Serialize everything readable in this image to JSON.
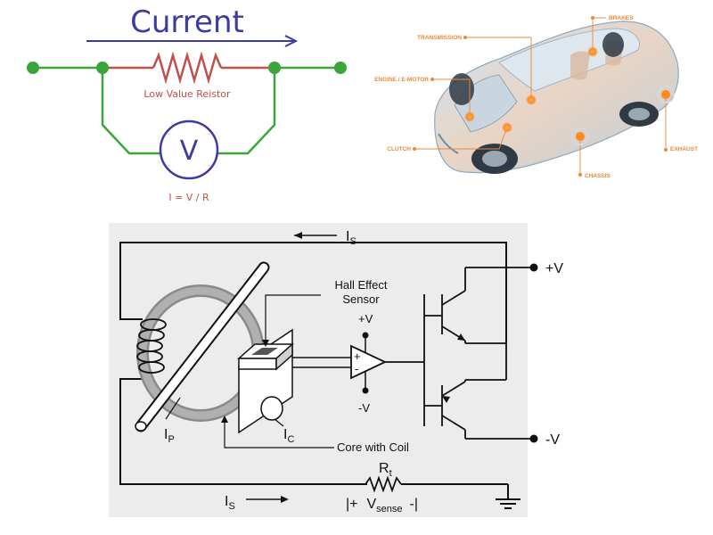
{
  "shunt": {
    "title": "Current",
    "resistor_label": "Low Value Reistor",
    "meter_symbol": "V",
    "formula": "I = V / R",
    "colors": {
      "wire": "#3aa53a",
      "resistor": "#c0504d",
      "meter": "#3b3ba0"
    }
  },
  "car": {
    "labels": {
      "brakes": "BRAKES",
      "transmission": "TRANSMISSION",
      "engine": "ENGINE / E-MOTOR",
      "clutch": "CLUTCH",
      "chassis": "CHASSIS",
      "exhaust": "EXHAUST"
    },
    "accent": "#e8883a"
  },
  "hall": {
    "is_top": "I",
    "is_top_sub": "S",
    "is_bottom": "I",
    "is_bottom_sub": "S",
    "hall_label_1": "Hall Effect",
    "hall_label_2": "Sensor",
    "plus_v_amp": "+V",
    "minus_v_amp": "-V",
    "amp_plus": "+",
    "amp_minus": "-",
    "out_plus_v": "+V",
    "out_minus_v": "-V",
    "ip": "I",
    "ip_sub": "P",
    "ic": "I",
    "ic_sub": "C",
    "core_label": "Core with Coil",
    "rt": "R",
    "rt_sub": "t",
    "vsense_plus": "|+",
    "vsense": "V",
    "vsense_sub": "sense",
    "vsense_minus": "-|"
  }
}
